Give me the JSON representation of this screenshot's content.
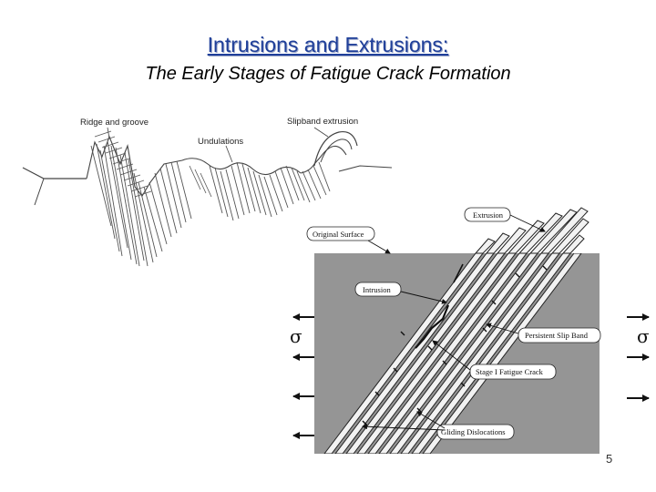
{
  "slide": {
    "title": "Intrusions and Extrusions:",
    "subtitle": "The Early Stages of Fatigue Crack Formation",
    "page_number": "5"
  },
  "left_figure": {
    "labels": {
      "ridge": "Ridge and groove",
      "undulations": "Undulations",
      "extrusion": "Slipband extrusion"
    }
  },
  "right_figure": {
    "labels": {
      "extrusion": "Extrusion",
      "original_surface": "Original Surface",
      "intrusion": "Intrusion",
      "psb": "Persistent Slip Band",
      "stage1": "Stage I Fatigue Crack",
      "gliding": "Gliding Dislocations"
    },
    "stress_symbol": "σ"
  }
}
